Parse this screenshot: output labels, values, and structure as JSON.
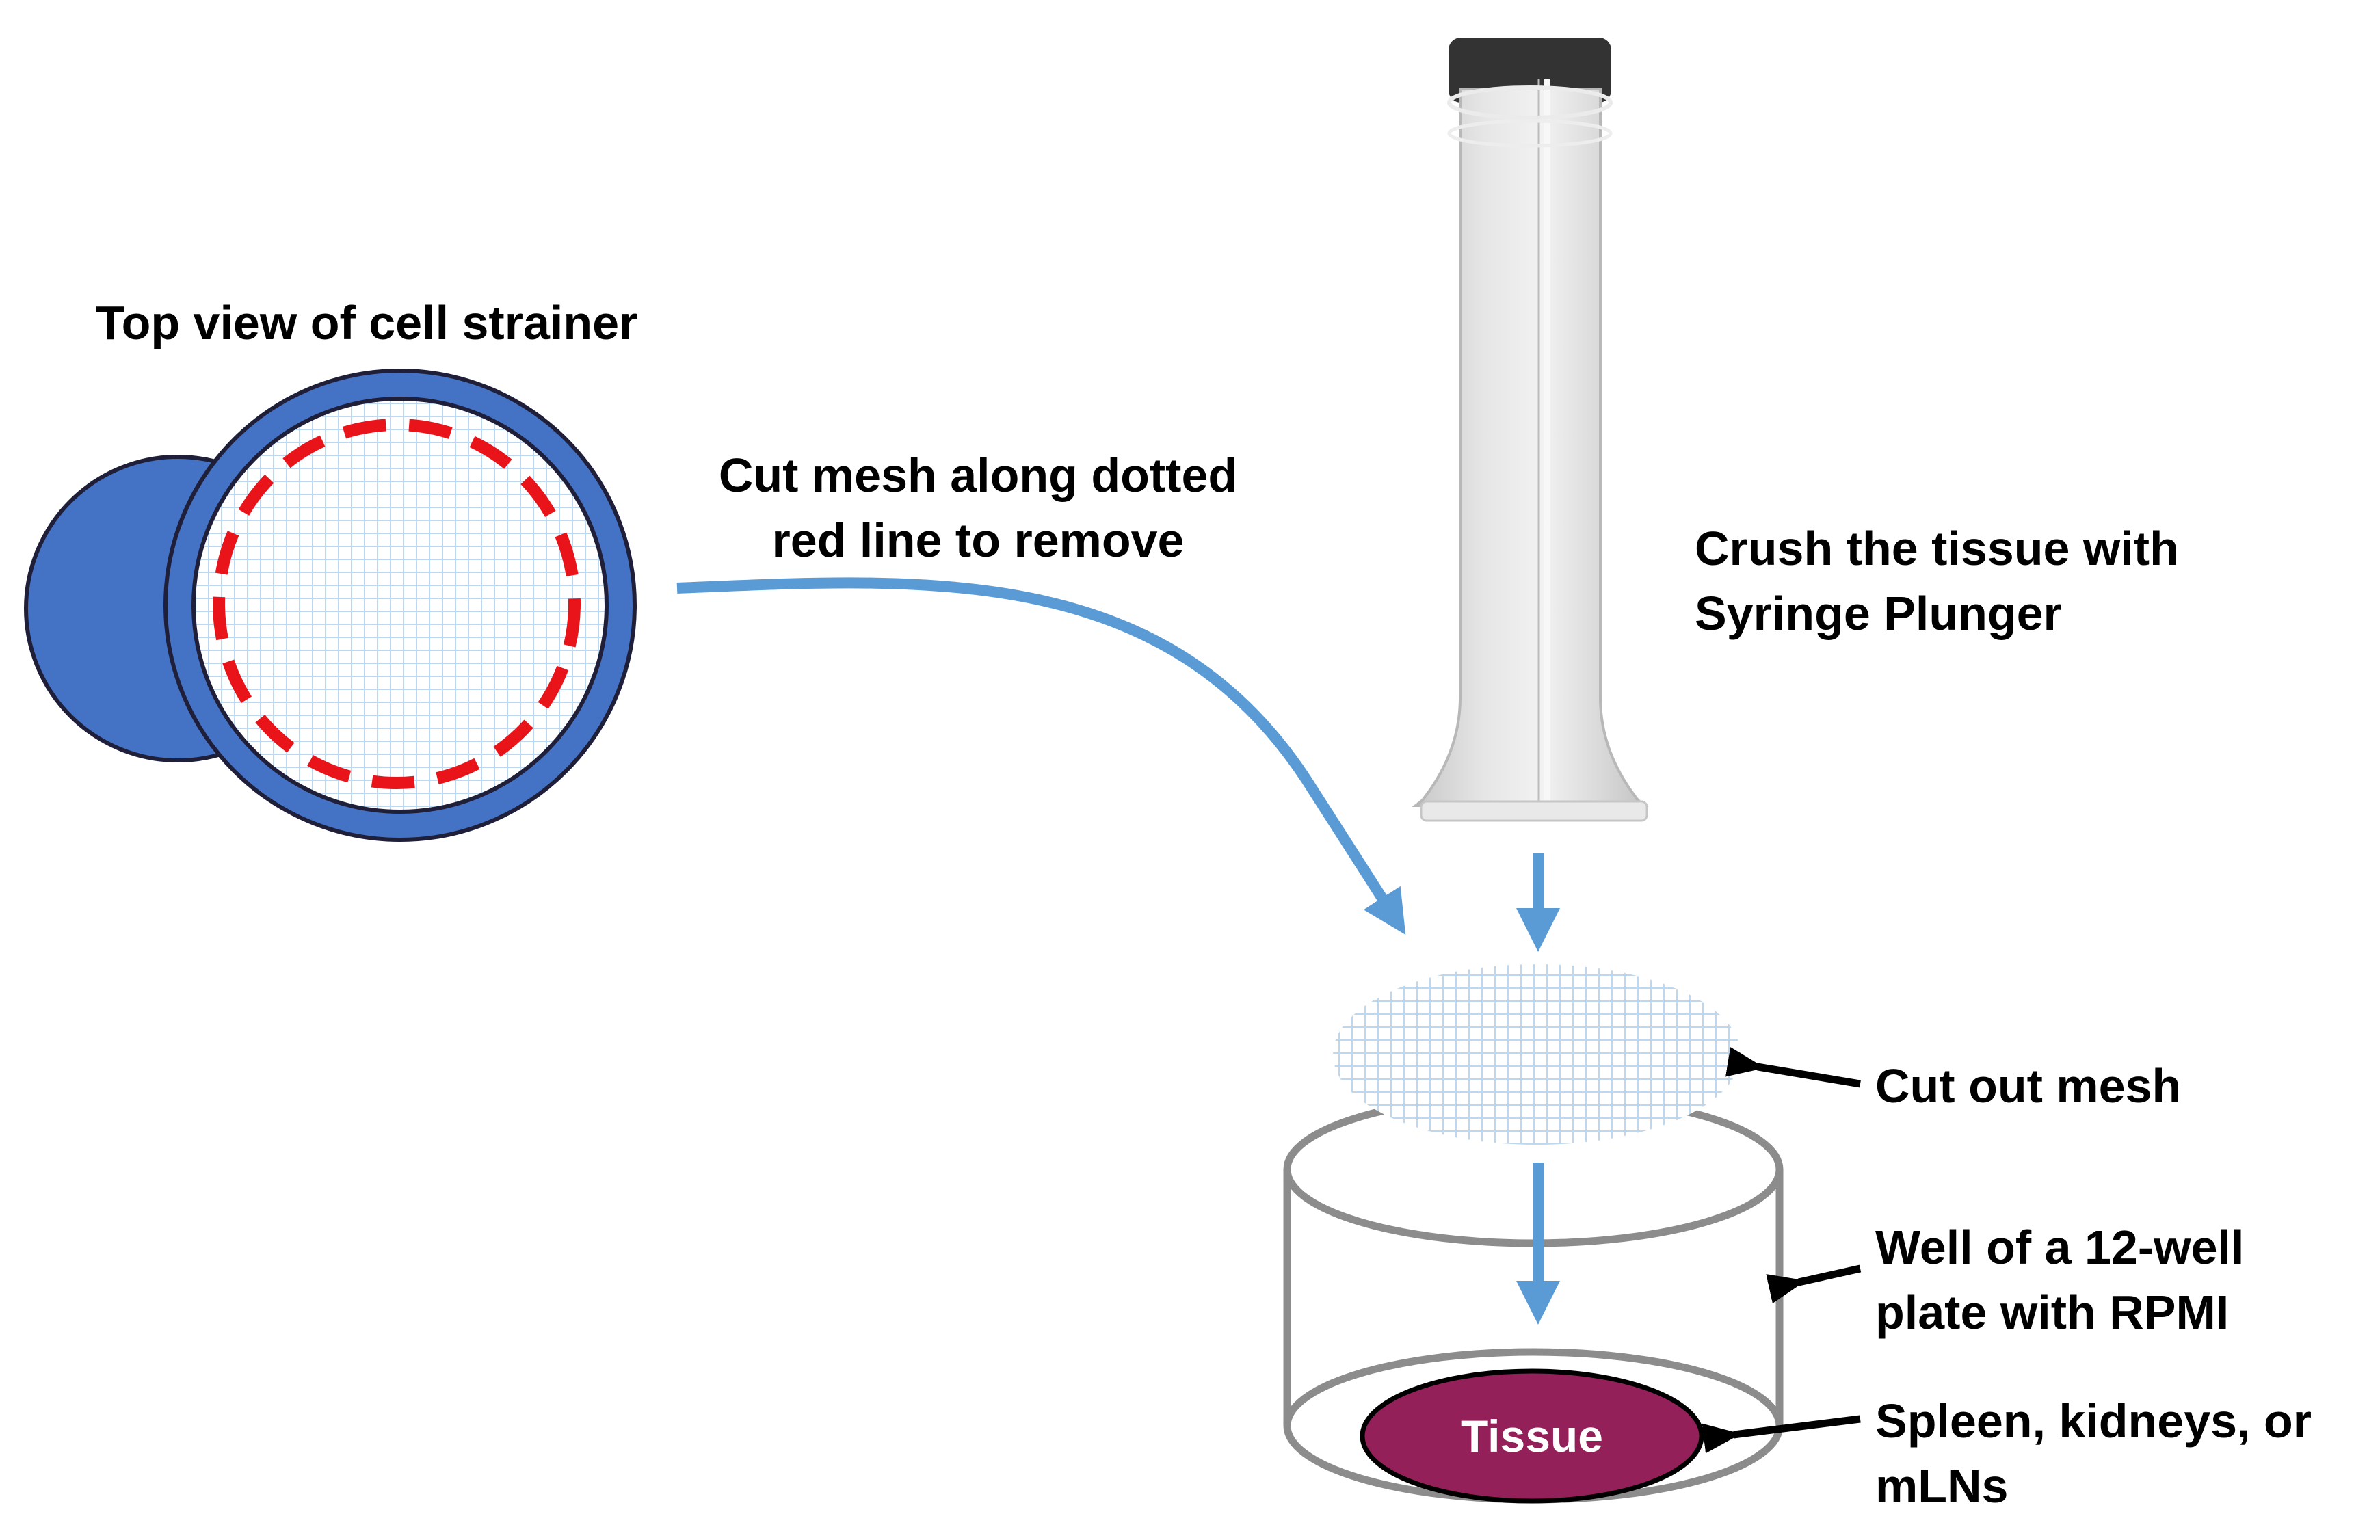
{
  "labels": {
    "strainer_title": "Top view of cell strainer",
    "cut_instruction": [
      "Cut mesh along dotted",
      "red line to remove"
    ],
    "crush_instruction": [
      "Crush the tissue with",
      "Syringe Plunger"
    ],
    "mesh_label": "Cut out mesh",
    "well_label": [
      "Well of a 12-well",
      "plate with RPMI"
    ],
    "tissue_source": [
      "Spleen, kidneys, or",
      "mLNs"
    ],
    "tissue": "Tissue"
  },
  "colors": {
    "strainer_ring": "#4472C4",
    "strainer_outline": "#1F1F3A",
    "mesh_lines": "#BDD7EE",
    "cut_line": "#E8141A",
    "flow_arrow": "#5B9BD5",
    "well": "#8C8C8C",
    "tissue": "#94205A",
    "plunger": "#DCDCDC",
    "plunger_cap": "#333333"
  },
  "icons": {
    "plunger": "syringe-plunger-icon"
  }
}
